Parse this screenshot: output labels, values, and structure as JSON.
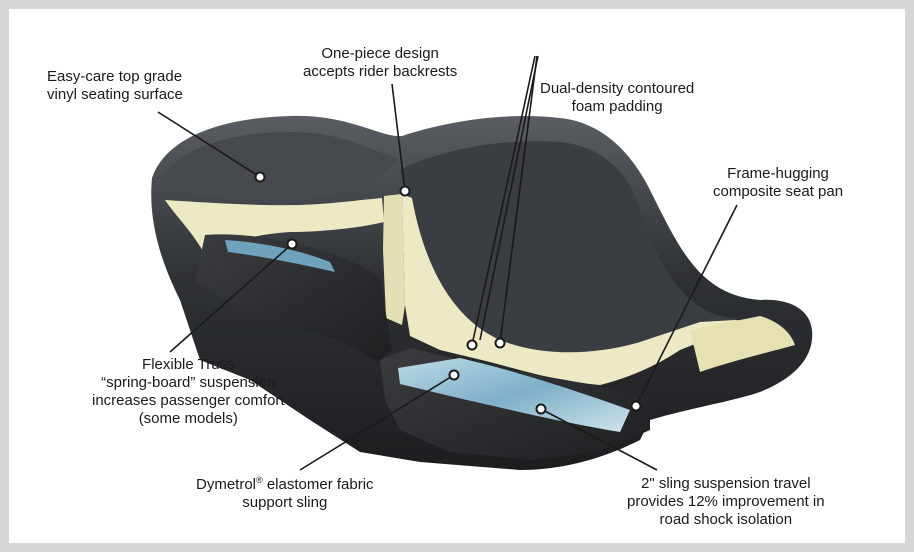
{
  "callouts": {
    "vinyl": {
      "line1": "Easy-care top grade",
      "line2": "vinyl seating surface"
    },
    "one_piece": {
      "line1": "One-piece design",
      "line2": "accepts rider backrests"
    },
    "dual_density": {
      "line1": "Dual-density contoured",
      "line2": "foam padding"
    },
    "frame_hugging": {
      "line1": "Frame-hugging",
      "line2": "composite seat pan"
    },
    "truss": {
      "line1": "Flexible Truss",
      "line2": "“spring-board” suspension",
      "line3": "increases passenger comfort",
      "line4": "(some models)"
    },
    "dymetrol": {
      "line1_pre": "Dymetrol",
      "line1_mark": "®",
      "line1_post": " elastomer fabric",
      "line2": "support sling"
    },
    "sling_travel": {
      "line1": "2\" sling suspension travel",
      "line2": "provides 12% improvement in",
      "line3": "road shock isolation"
    }
  },
  "colors": {
    "frame_border": "#d6d6d6",
    "vinyl_dark": "#2b2d30",
    "foam": "#ece9c4",
    "sling": "#7eb0c8",
    "leader": "#1a1a1a"
  }
}
